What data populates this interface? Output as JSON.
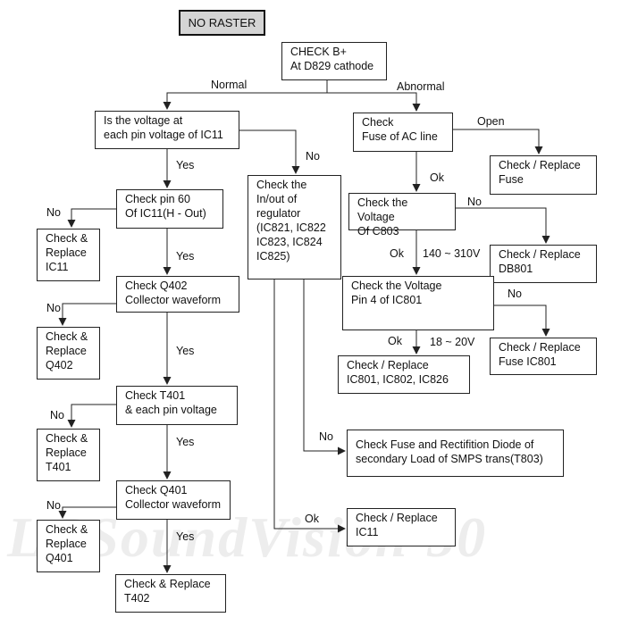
{
  "watermark": "LGSoundVision'50",
  "title": "NO RASTER",
  "boxes": {
    "check_b": "CHECK B+\nAt D829 cathode",
    "ic11_voltage": "Is the voltage at\neach pin voltage of IC11",
    "check_pin60": "Check pin 60\nOf IC11(H - Out)",
    "replace_ic11": "Check &\nReplace\nIC11",
    "check_q402": "Check Q402\nCollector waveform",
    "replace_q402": "Check &\nReplace\nQ402",
    "check_t401": "Check T401\n& each pin voltage",
    "replace_t401": "Check &\nReplace\nT401",
    "check_q401": "Check Q401\nCollector waveform",
    "replace_q401": "Check &\nReplace\nQ401",
    "replace_t402": "Check & Replace\nT402",
    "regulator": "Check the\nIn/out of\nregulator\n(IC821, IC822\nIC823, IC824\nIC825)",
    "fuse_ac": "Check\nFuse of AC line",
    "replace_fuse": "Check / Replace\nFuse",
    "voltage_c803": "Check the Voltage\nOf C803",
    "replace_db801": "Check / Replace\nDB801",
    "voltage_pin4": "Check the Voltage\nPin 4 of IC801",
    "replace_fuse_ic801": "Check / Replace\nFuse IC801",
    "replace_ic801": "Check / Replace\nIC801, IC802, IC826",
    "fuse_diode": "Check Fuse and Rectifition Diode of\nsecondary Load of SMPS trans(T803)",
    "replace_ic11_ok": "Check / Replace\nIC11"
  },
  "labels": {
    "normal": "Normal",
    "abnormal": "Abnormal",
    "open": "Open",
    "yes1": "Yes",
    "no_reg": "No",
    "ok1": "Ok",
    "no_c803": "No",
    "no_pin60": "No",
    "yes2": "Yes",
    "ok2": "Ok",
    "v140": "140 ~ 310V",
    "no_pin4": "No",
    "no_q402": "No",
    "ok3": "Ok",
    "v18": "18 ~ 20V",
    "yes3": "Yes",
    "no_t401": "No",
    "yes4": "Yes",
    "no_fuse_diode": "No",
    "no_q401": "No",
    "ok_ic11": "Ok",
    "yes5": "Yes"
  }
}
